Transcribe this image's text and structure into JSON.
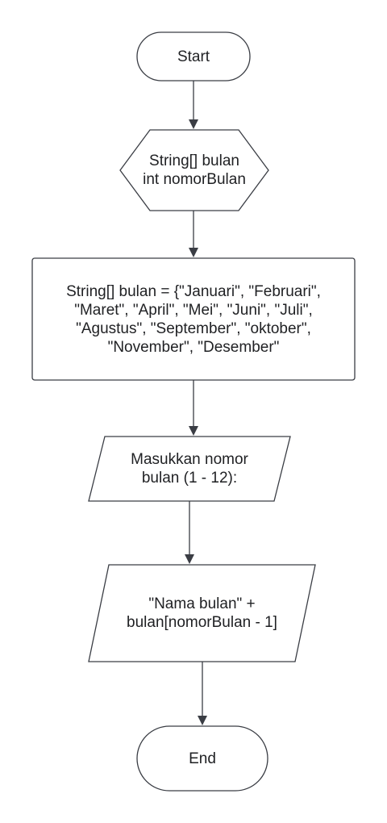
{
  "diagram": {
    "nodes": [
      {
        "id": "start",
        "shape": "terminator",
        "lines": [
          "Start"
        ]
      },
      {
        "id": "declare",
        "shape": "preparation",
        "lines": [
          "String[] bulan",
          "int nomorBulan"
        ]
      },
      {
        "id": "init",
        "shape": "process",
        "lines": [
          "String[] bulan = {\"Januari\", \"Februari\",",
          "\"Maret\", \"April\", \"Mei\", \"Juni\", \"Juli\",",
          "\"Agustus\", \"September\", \"oktober\",",
          "\"November\", \"Desember\""
        ]
      },
      {
        "id": "input",
        "shape": "data",
        "lines": [
          "Masukkan nomor",
          "bulan (1 - 12):"
        ]
      },
      {
        "id": "output",
        "shape": "data",
        "lines": [
          "\"Nama bulan\" +",
          "bulan[nomorBulan - 1]"
        ]
      },
      {
        "id": "end",
        "shape": "terminator",
        "lines": [
          "End"
        ]
      }
    ],
    "edges": [
      {
        "from": "start",
        "to": "declare"
      },
      {
        "from": "declare",
        "to": "init"
      },
      {
        "from": "init",
        "to": "input"
      },
      {
        "from": "input",
        "to": "output"
      },
      {
        "from": "output",
        "to": "end"
      }
    ]
  }
}
